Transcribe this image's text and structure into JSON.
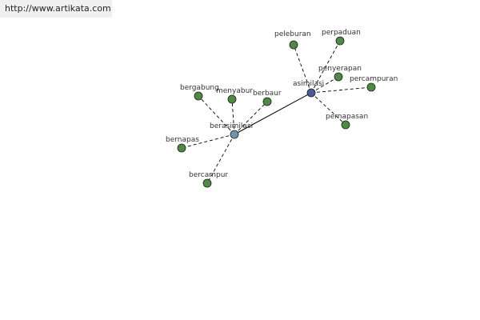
{
  "site_url": "http://www.artikata.com",
  "colors": {
    "hub_node": "#4a5a9a",
    "secondary_hub_node": "#6a98a8",
    "leaf_node": "#4e8a44",
    "node_outline": "#1e1e1e",
    "edge": "#000000",
    "url_bar_bg": "#f0f0f0"
  },
  "graph": {
    "nodes": [
      {
        "id": "asimilasi",
        "label": "asimilasi",
        "role": "hub"
      },
      {
        "id": "berasimilasi",
        "label": "berasimilasi",
        "role": "secondary-hub"
      },
      {
        "id": "peleburan",
        "label": "peleburan",
        "role": "leaf"
      },
      {
        "id": "perpaduan",
        "label": "perpaduan",
        "role": "leaf"
      },
      {
        "id": "penyerapan",
        "label": "penyerapan",
        "role": "leaf"
      },
      {
        "id": "percampuran",
        "label": "percampuran",
        "role": "leaf"
      },
      {
        "id": "pernapasan",
        "label": "pernapasan",
        "role": "leaf"
      },
      {
        "id": "bergabung",
        "label": "bergabung",
        "role": "leaf"
      },
      {
        "id": "menyabur",
        "label": "menyabur",
        "role": "leaf"
      },
      {
        "id": "berbaur",
        "label": "berbaur",
        "role": "leaf"
      },
      {
        "id": "bernapas",
        "label": "bernapas",
        "role": "leaf"
      },
      {
        "id": "bercampur",
        "label": "bercampur",
        "role": "leaf"
      }
    ],
    "edges": [
      {
        "from": "asimilasi",
        "to": "berasimilasi",
        "style": "solid"
      },
      {
        "from": "asimilasi",
        "to": "peleburan",
        "style": "dashed"
      },
      {
        "from": "asimilasi",
        "to": "perpaduan",
        "style": "dashed"
      },
      {
        "from": "asimilasi",
        "to": "penyerapan",
        "style": "dashed"
      },
      {
        "from": "asimilasi",
        "to": "percampuran",
        "style": "dashed"
      },
      {
        "from": "asimilasi",
        "to": "pernapasan",
        "style": "dashed"
      },
      {
        "from": "berasimilasi",
        "to": "bergabung",
        "style": "dashed"
      },
      {
        "from": "berasimilasi",
        "to": "menyabur",
        "style": "dashed"
      },
      {
        "from": "berasimilasi",
        "to": "berbaur",
        "style": "dashed"
      },
      {
        "from": "berasimilasi",
        "to": "bernapas",
        "style": "dashed"
      },
      {
        "from": "berasimilasi",
        "to": "bercampur",
        "style": "dashed"
      }
    ]
  }
}
